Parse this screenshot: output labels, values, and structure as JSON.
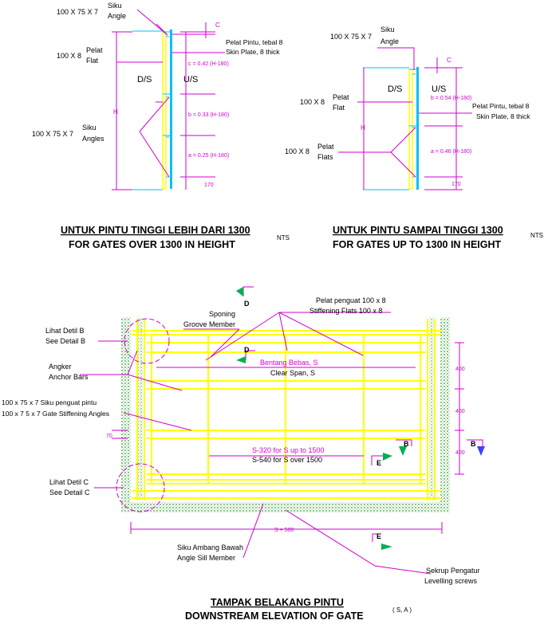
{
  "top_left": {
    "siku_angle": [
      "100 X 75 X 7",
      "Siku",
      "Angle"
    ],
    "pelat_flat": [
      "100 X 8",
      "Pelat",
      "Flat"
    ],
    "siku_angles": [
      "100 X 75 X 7",
      "Siku",
      "Angles"
    ],
    "skin_plate": [
      "Pelat Pintu, tebal 8",
      "Skin Plate, 8 thick"
    ],
    "ds": "D/S",
    "us": "U/S",
    "h": "H",
    "c_mark": "C",
    "dim_c": "c = 0.42 (H-180)",
    "dim_b": "b = 0.33 (H-180)",
    "dim_a": "a = 0.25 (H-180)",
    "dim_170": "170",
    "title_id": "UNTUK PINTU TINGGI LEBIH DARI 1300",
    "title_en": "FOR GATES OVER 1300 IN HEIGHT",
    "nts": "NTS"
  },
  "top_right": {
    "siku_angle": [
      "100 X 75 X 7",
      "Siku",
      "Angle"
    ],
    "pelat_flat": [
      "100 X 8",
      "Pelat",
      "Flat"
    ],
    "pelat_flats": [
      "100 X 8",
      "Pelat",
      "Flats"
    ],
    "skin_plate": [
      "Pelat Pintu, tebal 8",
      "Skin Plate, 8 thick"
    ],
    "ds": "D/S",
    "us": "U/S",
    "h": "H",
    "c_mark": "C",
    "dim_b": "b = 0.54 (H-180)",
    "dim_a": "a = 0.46 (H-180)",
    "dim_170": "170",
    "title_id": "UNTUK PINTU SAMPAI TINGGI 1300",
    "title_en": "FOR GATES UP TO 1300 IN HEIGHT",
    "nts": "NTS"
  },
  "elevation": {
    "section_d": "D",
    "section_b": "B",
    "section_e": "E",
    "sponing": [
      "Sponing",
      "Groove Member"
    ],
    "pelat_penguat": [
      "Pelat penguat 100 x 8",
      "Stiffening Flats 100 x 8"
    ],
    "detail_b": [
      "Lihat Detil B",
      "See Detail B"
    ],
    "angker": [
      "Angker",
      "Anchor Bars"
    ],
    "stiffening_angles": [
      "100 x 75 x 7 Siku penguat pintu",
      "100 x 7 5 x 7 Gate Stiffening Angles"
    ],
    "detail_c": [
      "Lihat Detil C",
      "See Detail C"
    ],
    "clear_span": [
      "Bentang Bebas, S",
      "Clear Span, S"
    ],
    "span_note": [
      "S-320 for S up to 1500",
      "S-540 for S over 1500"
    ],
    "dim_70": "70",
    "dim_400": "400",
    "overall": "S + 500",
    "sill": [
      "Siku Ambang Bawah",
      "Angle Sill Member"
    ],
    "screws": [
      "Sekrup Pengatur",
      "Levelling screws"
    ],
    "title_id": "TAMPAK BELAKANG PINTU",
    "title_en": "DOWNSTREAM ELEVATION OF GATE",
    "title_ref": "( S, A )"
  },
  "colors": {
    "dimension": "#d000d0",
    "gate_frame": "#ffff00",
    "plate": "#00c0ff",
    "concrete": "#2e9e2e",
    "marker": "#00b050"
  }
}
